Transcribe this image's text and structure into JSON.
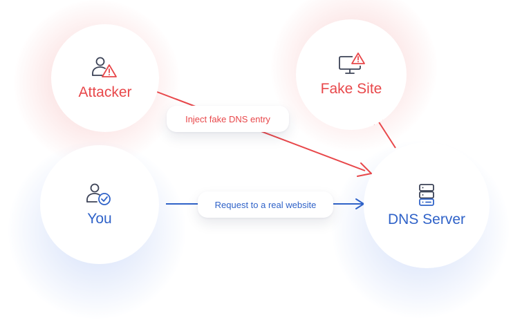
{
  "nodes": {
    "attacker": {
      "label": "Attacker",
      "icon": "user-warning-icon",
      "color": "#e8474a"
    },
    "fake_site": {
      "label": "Fake Site",
      "icon": "monitor-warning-icon",
      "color": "#e8474a"
    },
    "you": {
      "label": "You",
      "icon": "user-check-icon",
      "color": "#2f62c8"
    },
    "dns_server": {
      "label": "DNS Server",
      "icon": "server-icon",
      "color": "#2f62c8"
    }
  },
  "edges": {
    "inject": {
      "label": "Inject fake DNS entry",
      "color": "#e8474a"
    },
    "request": {
      "label": "Request to a real website",
      "color": "#2f62c8"
    },
    "redirect": {
      "color": "#e8474a"
    }
  }
}
